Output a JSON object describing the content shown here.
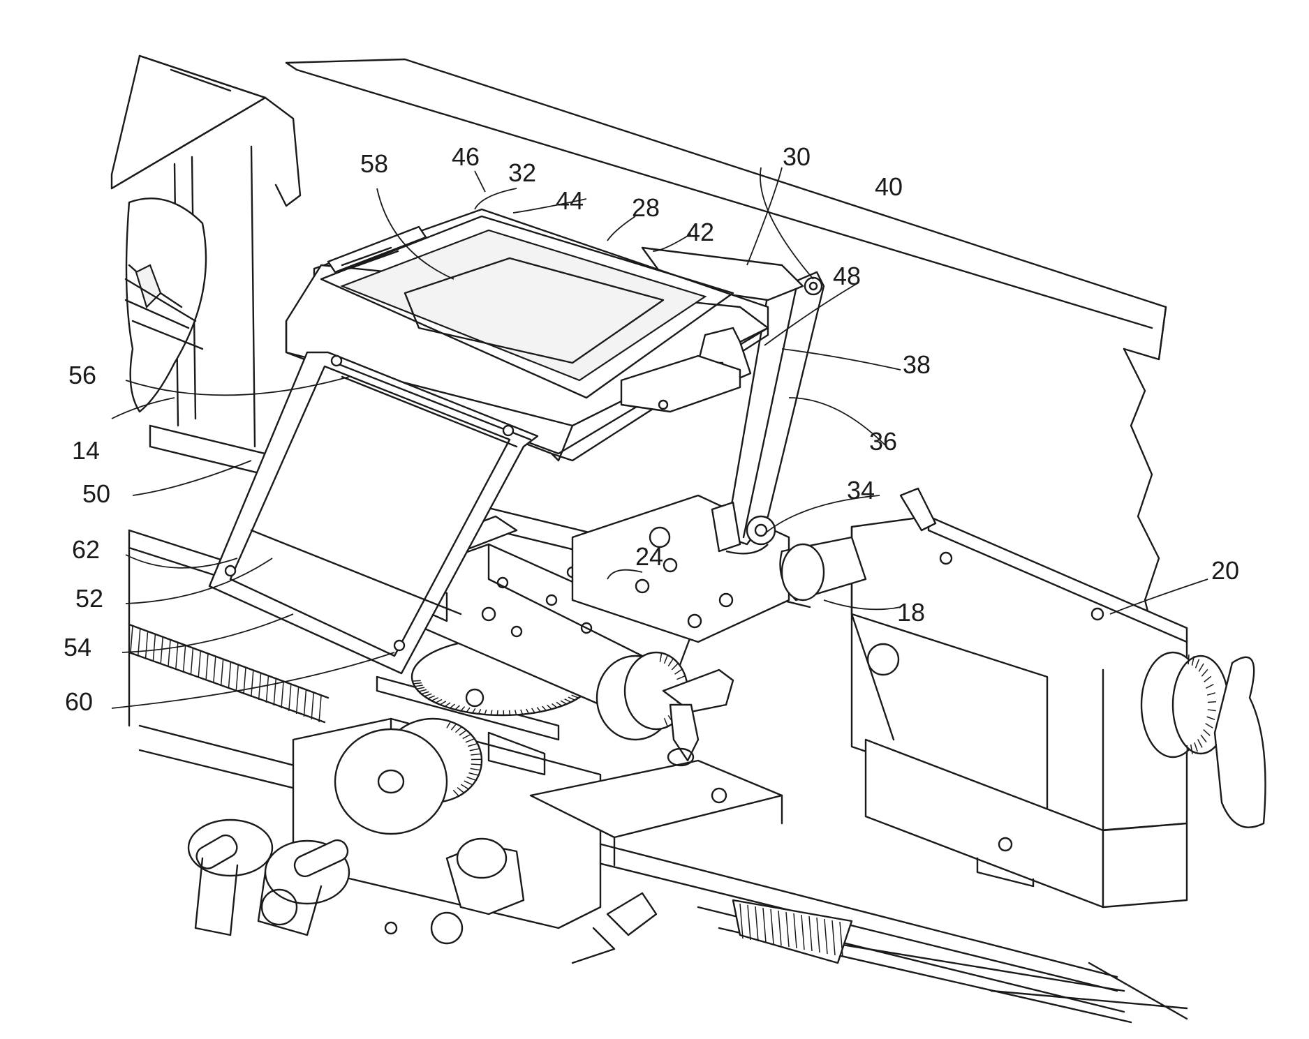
{
  "figure": {
    "reference_numerals": [
      "58",
      "46",
      "32",
      "44",
      "28",
      "42",
      "30",
      "40",
      "48",
      "38",
      "36",
      "34",
      "56",
      "14",
      "50",
      "62",
      "52",
      "54",
      "60",
      "24",
      "18",
      "20"
    ]
  },
  "colors": {
    "line": "#1a1a1a",
    "background": "#ffffff"
  }
}
